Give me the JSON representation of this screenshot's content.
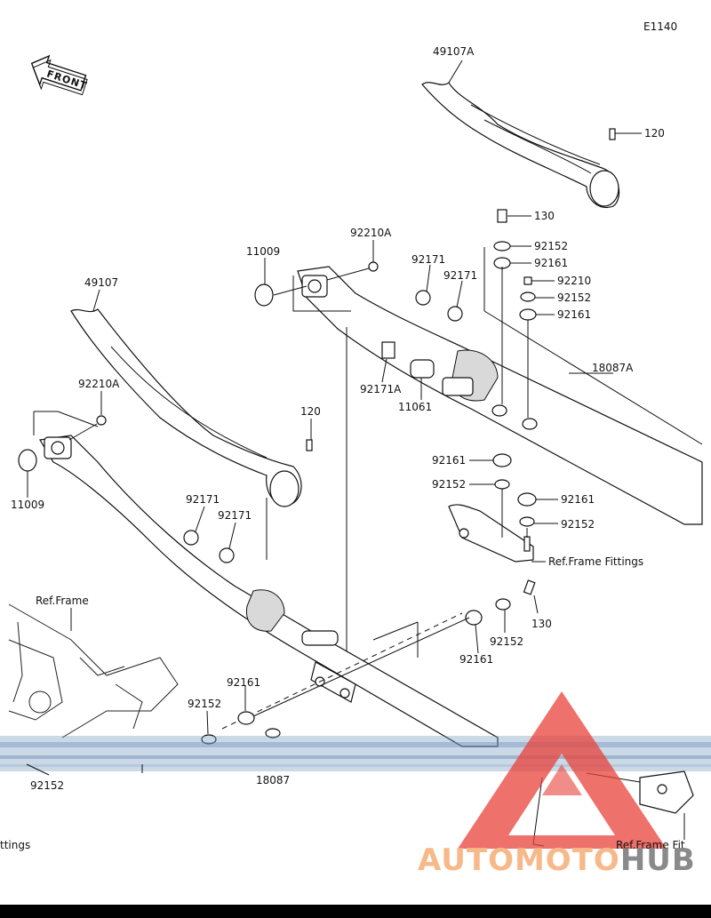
{
  "diagram_code": "E1140",
  "front_label": "FRONT",
  "ref_frame": "Ref.Frame",
  "ref_frame_fittings": "Ref.Frame Fittings",
  "ref_frame_fittings_partial_left": "ttings",
  "ref_frame_fittings_partial_right": "Ref.Frame Fit",
  "parts": {
    "p49107A": "49107A",
    "p120_top": "120",
    "p130_top": "130",
    "p92152_a": "92152",
    "p92161_a": "92161",
    "p92210": "92210",
    "p92152_b": "92152",
    "p92161_b": "92161",
    "p11009_top": "11009",
    "p92210A_top": "92210A",
    "p92171_a": "92171",
    "p92171_b": "92171",
    "p18087A": "18087A",
    "p92171A": "92171A",
    "p11061": "11061",
    "p49107": "49107",
    "p92210A_left": "92210A",
    "p120_mid": "120",
    "p11009_left": "11009",
    "p92161_c": "92161",
    "p92152_c": "92152",
    "p92161_d": "92161",
    "p92152_d": "92152",
    "p92171_c": "92171",
    "p92171_d": "92171",
    "p130_low": "130",
    "p92152_e": "92152",
    "p92161_e": "92161",
    "p92161_f": "92161",
    "p92152_f": "92152",
    "p18087": "18087",
    "p92152_g": "92152"
  },
  "watermark": {
    "part1": "AUTOMOTO",
    "part2": "HUB"
  },
  "colors": {
    "watermark_red": "#e8413a",
    "watermark_orange": "#f7b98a",
    "watermark_gray": "#8a8a8a",
    "noise_blue": "#6b8fb8"
  }
}
